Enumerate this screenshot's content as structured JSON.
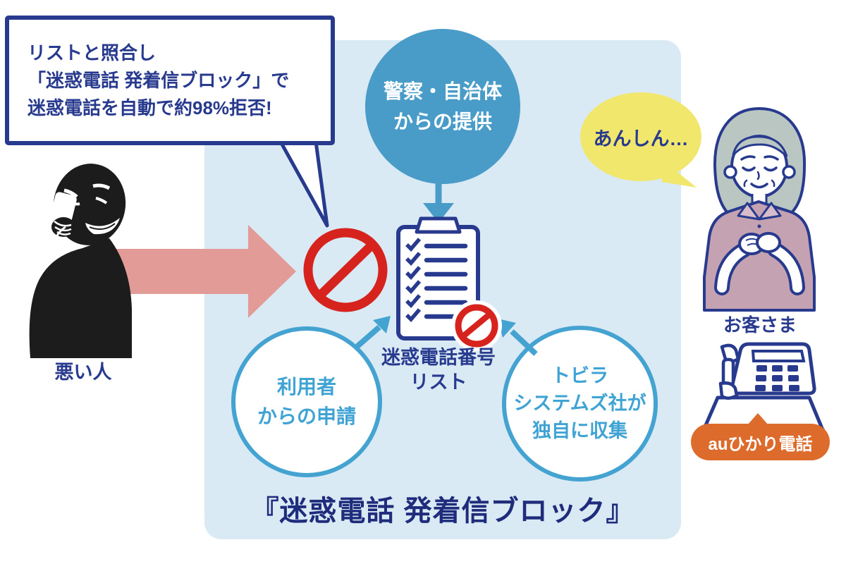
{
  "callout": {
    "line1": "リストと照合し",
    "line2": "「迷惑電話 発着信ブロック」で",
    "line3": "迷惑電話を自動で約98%拒否!"
  },
  "caller": {
    "label": "悪い人"
  },
  "sources": {
    "police": {
      "line1": "警察・自治体",
      "line2": "からの提供"
    },
    "users": {
      "line1": "利用者",
      "line2": "からの申請"
    },
    "tobila": {
      "line1": "トビラ",
      "line2": "システムズ社が",
      "line3": "独自に収集"
    }
  },
  "list": {
    "line1": "迷惑電話番号",
    "line2": "リスト"
  },
  "panel_title": "『迷惑電話 発着信ブロック』",
  "customer": {
    "relief_bubble": "あんしん…",
    "label": "お客さま",
    "phone_badge": "auひかり電話"
  },
  "colors": {
    "navy": "#283a8d",
    "panel_blue": "#d9eaf5",
    "source_circle_blue": "#4a9cc8",
    "outline_blue": "#45a3d2",
    "prohibit_red": "#d7231d",
    "incoming_arrow_pink": "#e29b96",
    "relief_yellow": "#f2e76d",
    "badge_orange": "#dd6b2c"
  },
  "icons": [
    "caller-silhouette-illustration",
    "incoming-call-arrow",
    "prohibition-icon",
    "small-prohibition-icon",
    "clipboard-checklist-icon",
    "down-arrow-icon",
    "up-right-arrow-icon",
    "up-left-arrow-icon",
    "customer-illustration",
    "phone-icon"
  ]
}
